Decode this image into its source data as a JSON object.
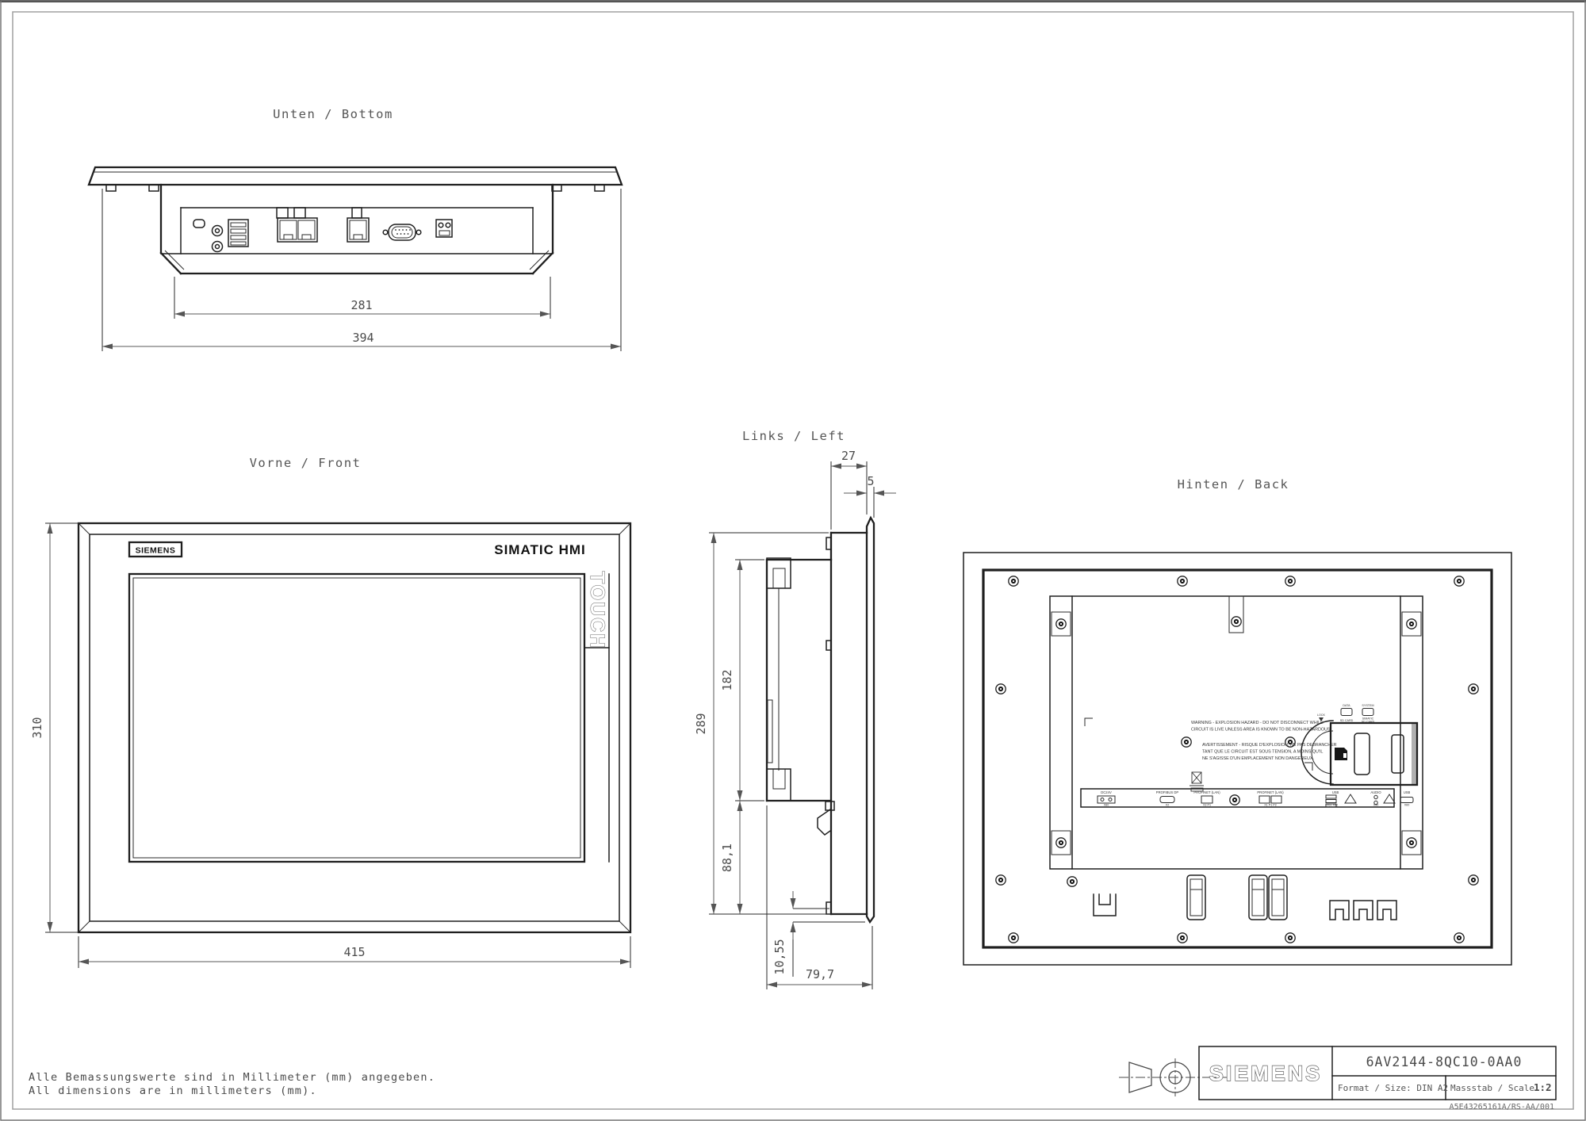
{
  "page": {
    "colors": {
      "line": "#1f1f1f",
      "dimension": "#5a5a5a",
      "frame": "#a0a0a0"
    },
    "notes": {
      "de": "Alle Bemassungswerte sind in Millimeter (mm) angegeben.",
      "en": "All dimensions are in millimeters (mm)."
    },
    "title_block": {
      "brand": "SIEMENS",
      "part_number": "6AV2144-8QC10-0AA0",
      "format_label": "Format / Size: DIN A2",
      "scale_label": "Massstab / Scale:",
      "scale_value": "1:2",
      "document_number": "A5E43265161A/RS-AA/001"
    }
  },
  "views": {
    "bottom": {
      "title": "Unten / Bottom",
      "dim_inner": "281",
      "dim_outer": "394"
    },
    "front": {
      "title": "Vorne / Front",
      "logo": "SIEMENS",
      "product": "SIMATIC HMI",
      "touch": "TOUCH",
      "dim_height": "310",
      "dim_width": "415"
    },
    "left": {
      "title": "Links / Left",
      "dim_depth_housing": "27",
      "dim_front_plate": "5",
      "dim_total_height": "289",
      "dim_housing_height": "182",
      "dim_lower_height": "88,1",
      "dim_din_offset": "10,55",
      "dim_total_depth": "79,7"
    },
    "back": {
      "title": "Hinten / Back",
      "lock_label": "LOCK",
      "data_card": {
        "title": "DATA",
        "sub": "SD CARD"
      },
      "system_card": {
        "title": "SYSTEM",
        "sub1": "SIMATIC",
        "sub2": "SD CARD"
      },
      "warning_en": [
        "WARNING - EXPLOSION HAZARD - DO NOT DISCONNECT WHILE",
        "CIRCUIT IS LIVE UNLESS AREA IS KNOWN TO BE NON-HAZARDOUS."
      ],
      "warning_fr": [
        "AVERTISSEMENT - RISQUE D'EXPLOSION. NE PAS DEBRANCHER",
        "TANT QUE LE CIRCUIT EST SOUS TENSION, A MOINS QU'IL",
        "NE S'AGISSE D'UN EMPLACEMENT NON DANGEREUX."
      ],
      "ports": [
        {
          "name": "DC24V",
          "id": "X80"
        },
        {
          "name": "PROFIBUS DP",
          "id": "X2"
        },
        {
          "name": "PROFINET (LAN)",
          "id": "X3 P1"
        },
        {
          "name": "PROFINET (LAN)",
          "id": "X1 P1 P2"
        },
        {
          "name": "USB",
          "id": "X61 X62"
        },
        {
          "name": "AUDIO",
          "id": "X90"
        },
        {
          "name": "USB",
          "id": "X60"
        }
      ]
    }
  }
}
